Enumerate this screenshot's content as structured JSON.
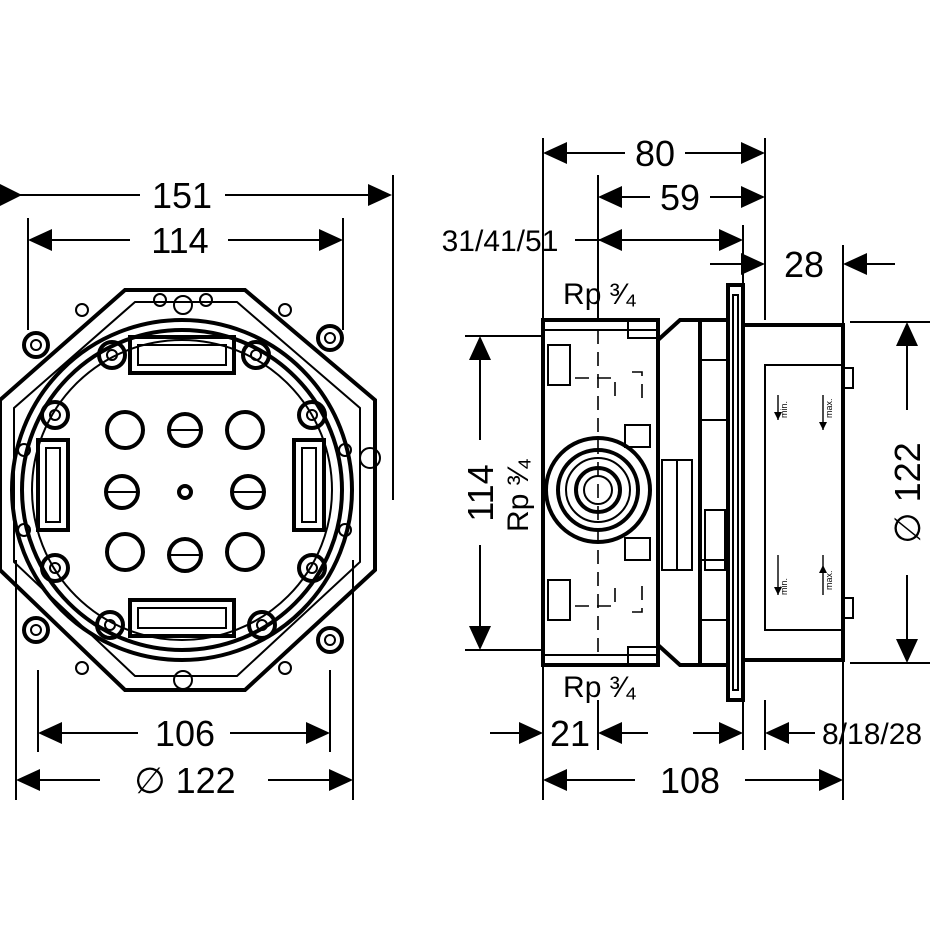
{
  "left_view": {
    "dim_overall_width": "151",
    "dim_inner_width": "114",
    "dim_bottom_width": "106",
    "dim_diameter": "∅ 122"
  },
  "side_view": {
    "dim_top_80": "80",
    "dim_59": "59",
    "dim_31_41_51": "31/41/51",
    "dim_28": "28",
    "thread_top": "Rp ³⁄₄",
    "thread_mid": "Rp ³⁄₄",
    "thread_bottom": "Rp ³⁄₄",
    "dim_height_114": "114",
    "dim_diameter_122": "∅ 122",
    "dim_21": "21",
    "dim_8_18_28": "8/18/28",
    "dim_108": "108",
    "label_min_top": "min.",
    "label_max_top": "max.",
    "label_min_bottom": "min.",
    "label_max_bottom": "max."
  }
}
